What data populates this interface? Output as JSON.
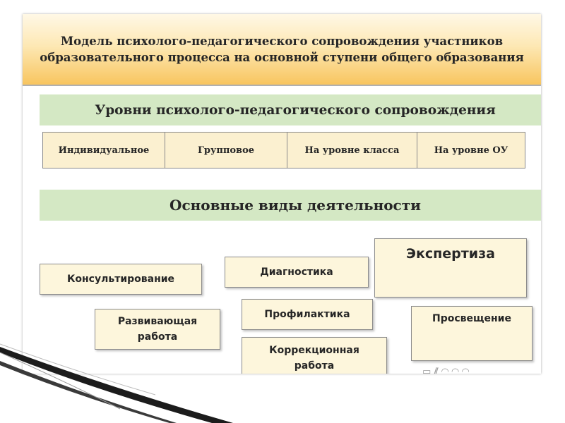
{
  "title": "Модель психолого-педагогического сопровождения участников образовательного процесса на основной ступени общего образования",
  "levels_heading": "Уровни психолого-педагогического сопровождения",
  "levels": [
    "Индивидуальное",
    "Групповое",
    "На уровне класса",
    "На уровне ОУ"
  ],
  "activities_heading": "Основные виды деятельности",
  "activities": {
    "consulting": "Консультирование",
    "diagnostics": "Диагностика",
    "expertise": "Экспертиза",
    "developing": "Развивающая работа",
    "prevention": "Профилактика",
    "enlightenment": "Просвещение",
    "correction": "Коррекционная работа"
  },
  "colors": {
    "header_gradient_top": "#fff8e6",
    "header_gradient_bottom": "#f8c55f",
    "band_green": "#d4e8c4",
    "box_fill": "#fdf6dc"
  }
}
